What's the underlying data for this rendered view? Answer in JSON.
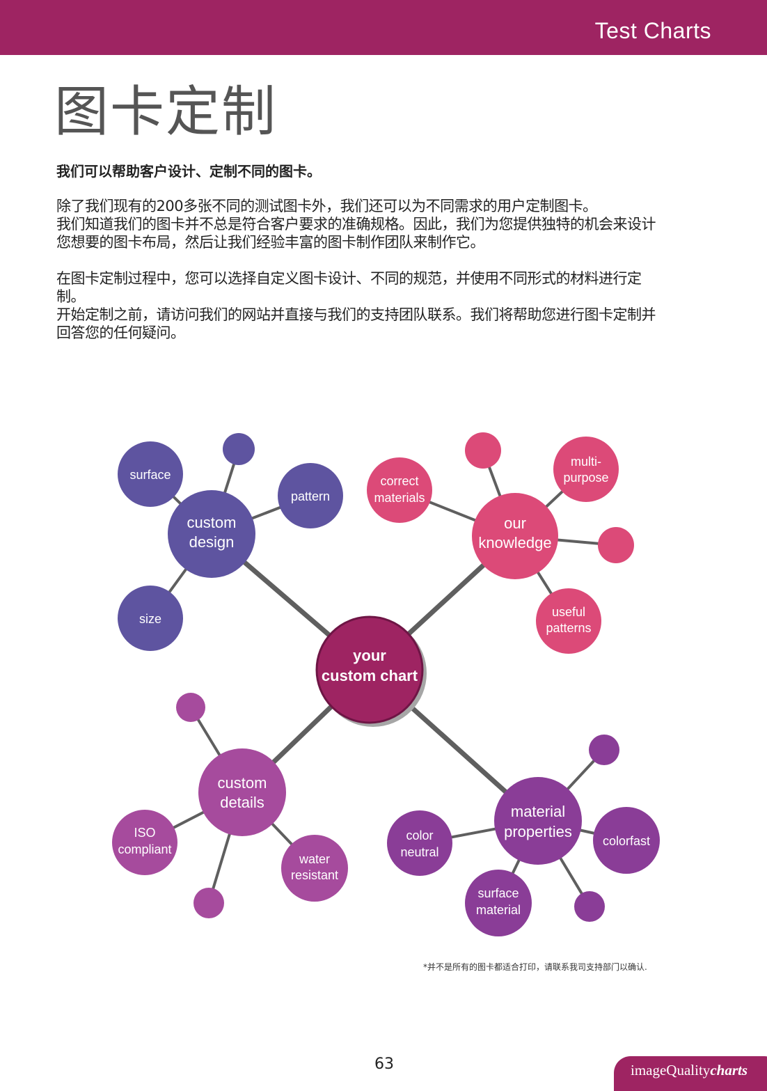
{
  "header": {
    "title": "Test Charts"
  },
  "page_title": "图卡定制",
  "lead": "我们可以帮助客户设计、定制不同的图卡。",
  "paragraph1": [
    "除了我们现有的200多张不同的测试图卡外，我们还可以为不同需求的用户定制图卡。",
    "我们知道我们的图卡并不总是符合客户要求的准确规格。因此，我们为您提供独特的机会来设计",
    "您想要的图卡布局，然后让我们经验丰富的图卡制作团队来制作它。"
  ],
  "paragraph2": [
    "在图卡定制过程中，您可以选择自定义图卡设计、不同的规范，并使用不同形式的材料进行定",
    "制。",
    "开始定制之前，请访问我们的网站并直接与我们的支持团队联系。我们将帮助您进行图卡定制并",
    "回答您的任何疑问。"
  ],
  "diagram": {
    "center": [
      "your",
      "custom chart"
    ],
    "design": {
      "hub": [
        "custom",
        "design"
      ],
      "surface": "surface",
      "pattern": "pattern",
      "size": "size"
    },
    "knowledge": {
      "hub": [
        "our",
        "knowledge"
      ],
      "correct": [
        "correct",
        "materials"
      ],
      "multi": [
        "multi-",
        "purpose"
      ],
      "useful": [
        "useful",
        "patterns"
      ]
    },
    "details": {
      "hub": [
        "custom",
        "details"
      ],
      "iso": [
        "ISO",
        "compliant"
      ],
      "water": [
        "water",
        "resistant"
      ]
    },
    "material": {
      "hub": [
        "material",
        "properties"
      ],
      "color": [
        "color",
        "neutral"
      ],
      "colorfast": "colorfast",
      "surface": [
        "surface",
        "material"
      ]
    }
  },
  "colors": {
    "brand": "#9e2462",
    "design": "#5e54a0",
    "knowledge": "#dc4a78",
    "details": "#a64b9d",
    "material": "#8a3d97"
  },
  "footnote": "*并不是所有的图卡都适合打印，请联系我司支持部门以确认.",
  "page_number": "63",
  "brand": {
    "main": "imageQuality",
    "script": "charts"
  }
}
